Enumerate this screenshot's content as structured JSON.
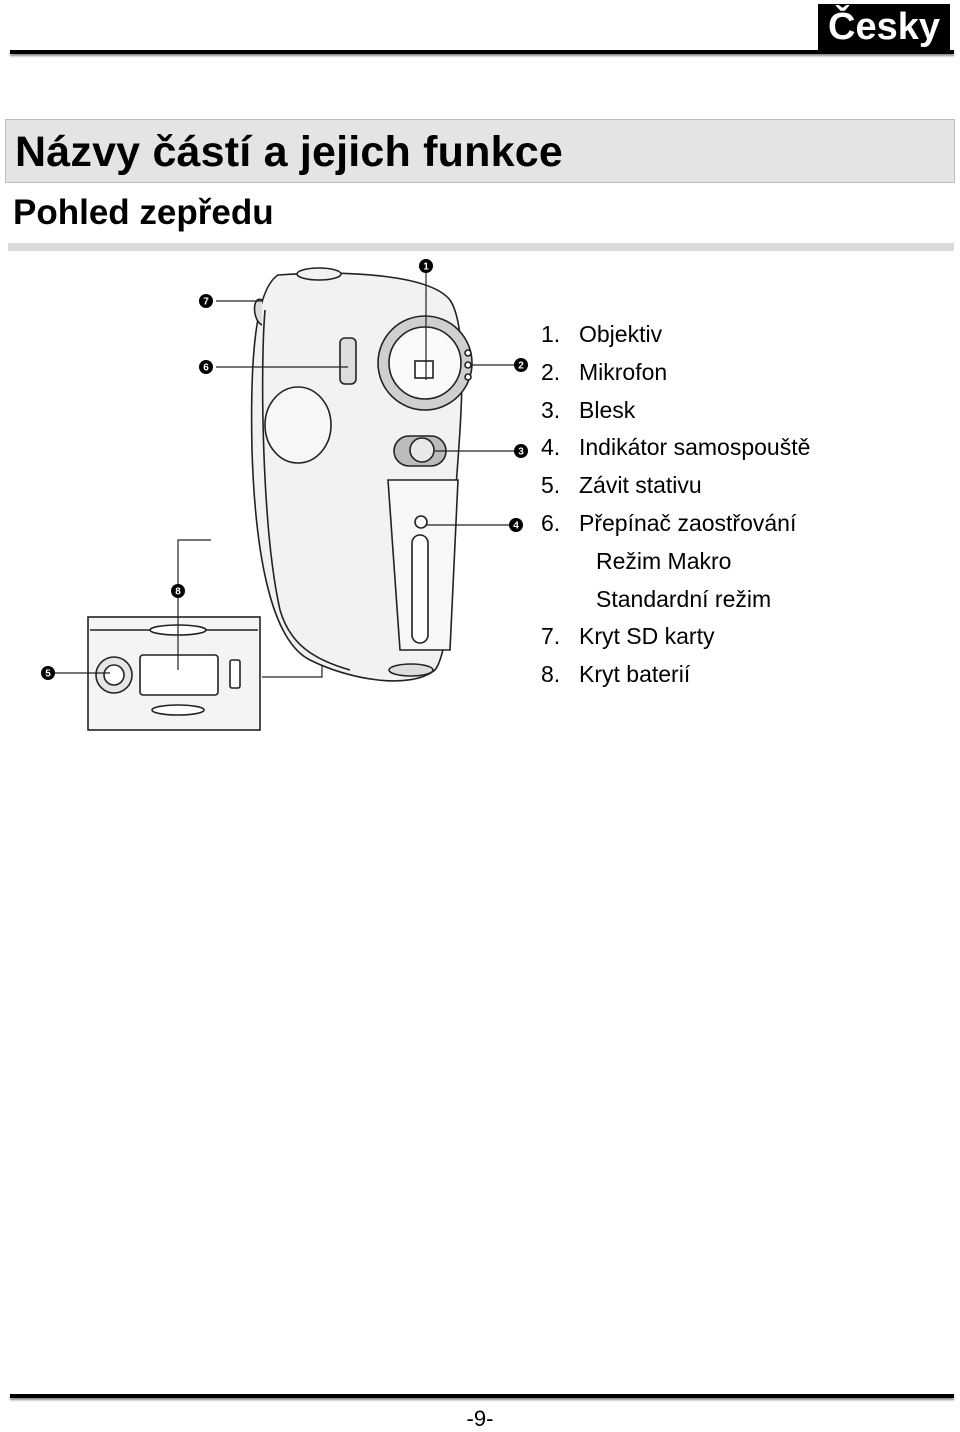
{
  "header": {
    "language": "Česky"
  },
  "title": "Názvy částí a jejich funkce",
  "subtitle": "Pohled zepředu",
  "callouts": [
    "1",
    "2",
    "3",
    "4",
    "5",
    "6",
    "7",
    "8"
  ],
  "parts": [
    {
      "num": "1.",
      "label": "Objektiv"
    },
    {
      "num": "2.",
      "label": "Mikrofon"
    },
    {
      "num": "3.",
      "label": "Blesk"
    },
    {
      "num": "4.",
      "label": "Indikátor samospouště"
    },
    {
      "num": "5.",
      "label": "Závit stativu"
    },
    {
      "num": "6.",
      "label": "Přepínač zaostřování"
    }
  ],
  "part6_modes": [
    "Režim Makro",
    "Standardní režim"
  ],
  "parts_tail": [
    {
      "num": "7.",
      "label": "Kryt SD karty"
    },
    {
      "num": "8.",
      "label": "Kryt baterií"
    }
  ],
  "footer": {
    "page_number": "-9-"
  }
}
